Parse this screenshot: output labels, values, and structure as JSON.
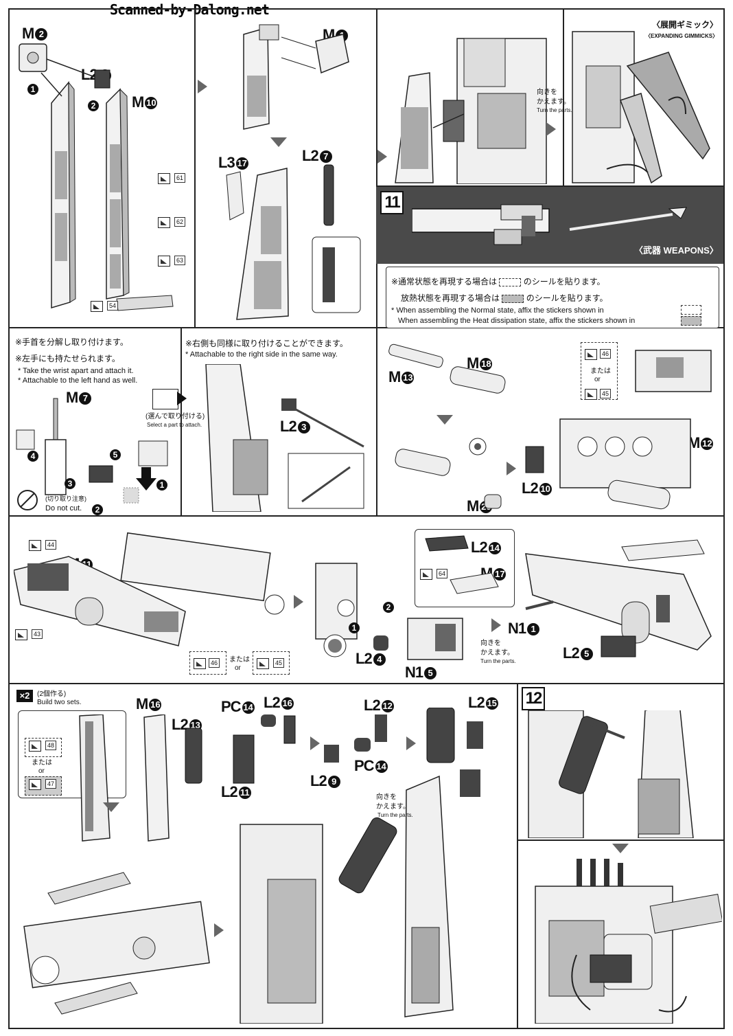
{
  "watermark": "Scanned-by-Dalong.net",
  "panel1": {
    "parts": {
      "m2": "M",
      "l2_8": "L2",
      "m10": "M"
    },
    "stickers": [
      "61",
      "62",
      "63",
      "54"
    ]
  },
  "panel2": {
    "parts": {
      "m1": "M",
      "l3_17": "L3",
      "l2_7": "L2"
    }
  },
  "panel3": {
    "turn_jp": "向きを",
    "turn_jp2": "かえます。",
    "turn_en": "Turn the parts."
  },
  "panel4": {
    "gimmick_jp": "〈展開ギミック〉",
    "gimmick_en": "〈EXPANDING GIMMICKS〉"
  },
  "step11": {
    "number": "11",
    "weapons_jp": "〈武器",
    "weapons_en": "WEAPONS〉",
    "note_jp1": "※通常状態を再現する場合は",
    "note_jp1b": "のシールを貼ります。",
    "note_jp2": "放熱状態を再現する場合は",
    "note_jp2b": "のシールを貼ります。",
    "note_en1": "* When assembling the Normal state, affix the stickers shown in",
    "note_en2": "When assembling the Heat dissipation state, affix the stickers shown in"
  },
  "panel5": {
    "note_jp1": "※手首を分解し取り付けます。",
    "note_jp2": "※左手にも持たせられます。",
    "note_en1": "* Take the wrist apart and attach it.",
    "note_en2": "* Attachable to the left hand as well.",
    "m7": "M",
    "select_jp": "(選んで取り付ける)",
    "select_en": "Select a part to attach.",
    "cut_jp": "(切り取り注意)",
    "cut_en": "Do not cut."
  },
  "panel6": {
    "note_jp": "※右側も同様に取り付けることができます。",
    "note_en": "* Attachable to the right side in the same way.",
    "l2_3": "L2"
  },
  "panel7": {
    "m13": "M",
    "m18": "M",
    "m20": "M",
    "l2_10": "L2",
    "m12": "M",
    "or_jp": "または",
    "or_en": "or",
    "stickers": [
      "46",
      "45"
    ]
  },
  "panel8": {
    "m11": "M",
    "stickers": [
      "44",
      "43",
      "46",
      "45"
    ],
    "or_jp": "または",
    "or_en": "or"
  },
  "panel9": {
    "l2_4": "L2",
    "n1_5": "N1"
  },
  "panel10": {
    "l2_14": "L2",
    "m17": "M",
    "n1_1": "N1",
    "l2_5": "L2",
    "sticker": "64",
    "turn_jp": "向きを",
    "turn_jp2": "かえます。",
    "turn_en": "Turn the parts."
  },
  "panel11": {
    "x2": "×2",
    "build_jp": "(2個作る)",
    "build_en": "Build two sets.",
    "m16": "M",
    "l2_13": "L2",
    "or_jp": "または",
    "or_en": "or",
    "stickers": [
      "48",
      "47"
    ]
  },
  "panel12": {
    "pc14a": "PC",
    "l2_16": "L2",
    "l2_11": "L2",
    "l2_12": "L2",
    "pc14b": "PC",
    "l2_9": "L2",
    "l2_15": "L2",
    "turn_jp": "向きを",
    "turn_jp2": "かえます。",
    "turn_en": "Turn the parts."
  },
  "step12": {
    "number": "12"
  }
}
